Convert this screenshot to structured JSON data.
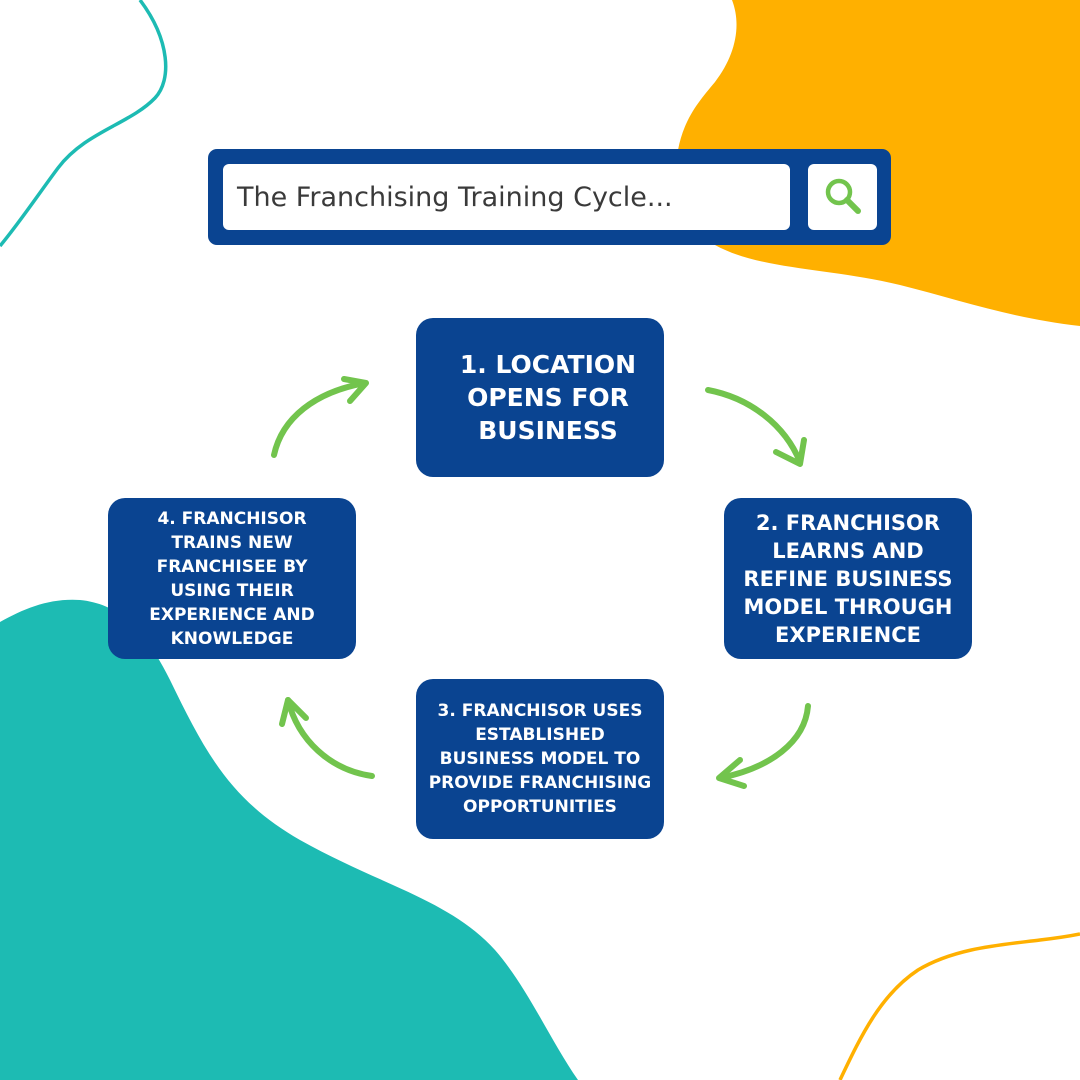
{
  "colors": {
    "teal": "#1DBBB3",
    "orange": "#FFB000",
    "navy": "#0A4491",
    "green": "#72C44D",
    "line_teal": "#1DBBB3",
    "line_orange": "#FFB000"
  },
  "search": {
    "text": "The Franchising Training Cycle...",
    "icon": "search-icon"
  },
  "steps": [
    {
      "label": "1. LOCATION OPENS FOR BUSINESS"
    },
    {
      "label": "2. FRANCHISOR LEARNS AND REFINE BUSINESS MODEL THROUGH EXPERIENCE"
    },
    {
      "label": "3. FRANCHISOR USES ESTABLISHED BUSINESS MODEL TO PROVIDE FRANCHISING OPPORTUNITIES"
    },
    {
      "label": "4. FRANCHISOR TRAINS NEW FRANCHISEE BY USING THEIR EXPERIENCE AND KNOWLEDGE"
    }
  ],
  "arrows": [
    {
      "from": "step-1",
      "to": "step-2",
      "icon": "curved-arrow-icon"
    },
    {
      "from": "step-2",
      "to": "step-3",
      "icon": "curved-arrow-icon"
    },
    {
      "from": "step-3",
      "to": "step-4",
      "icon": "curved-arrow-icon"
    },
    {
      "from": "step-4",
      "to": "step-1",
      "icon": "curved-arrow-icon"
    }
  ]
}
